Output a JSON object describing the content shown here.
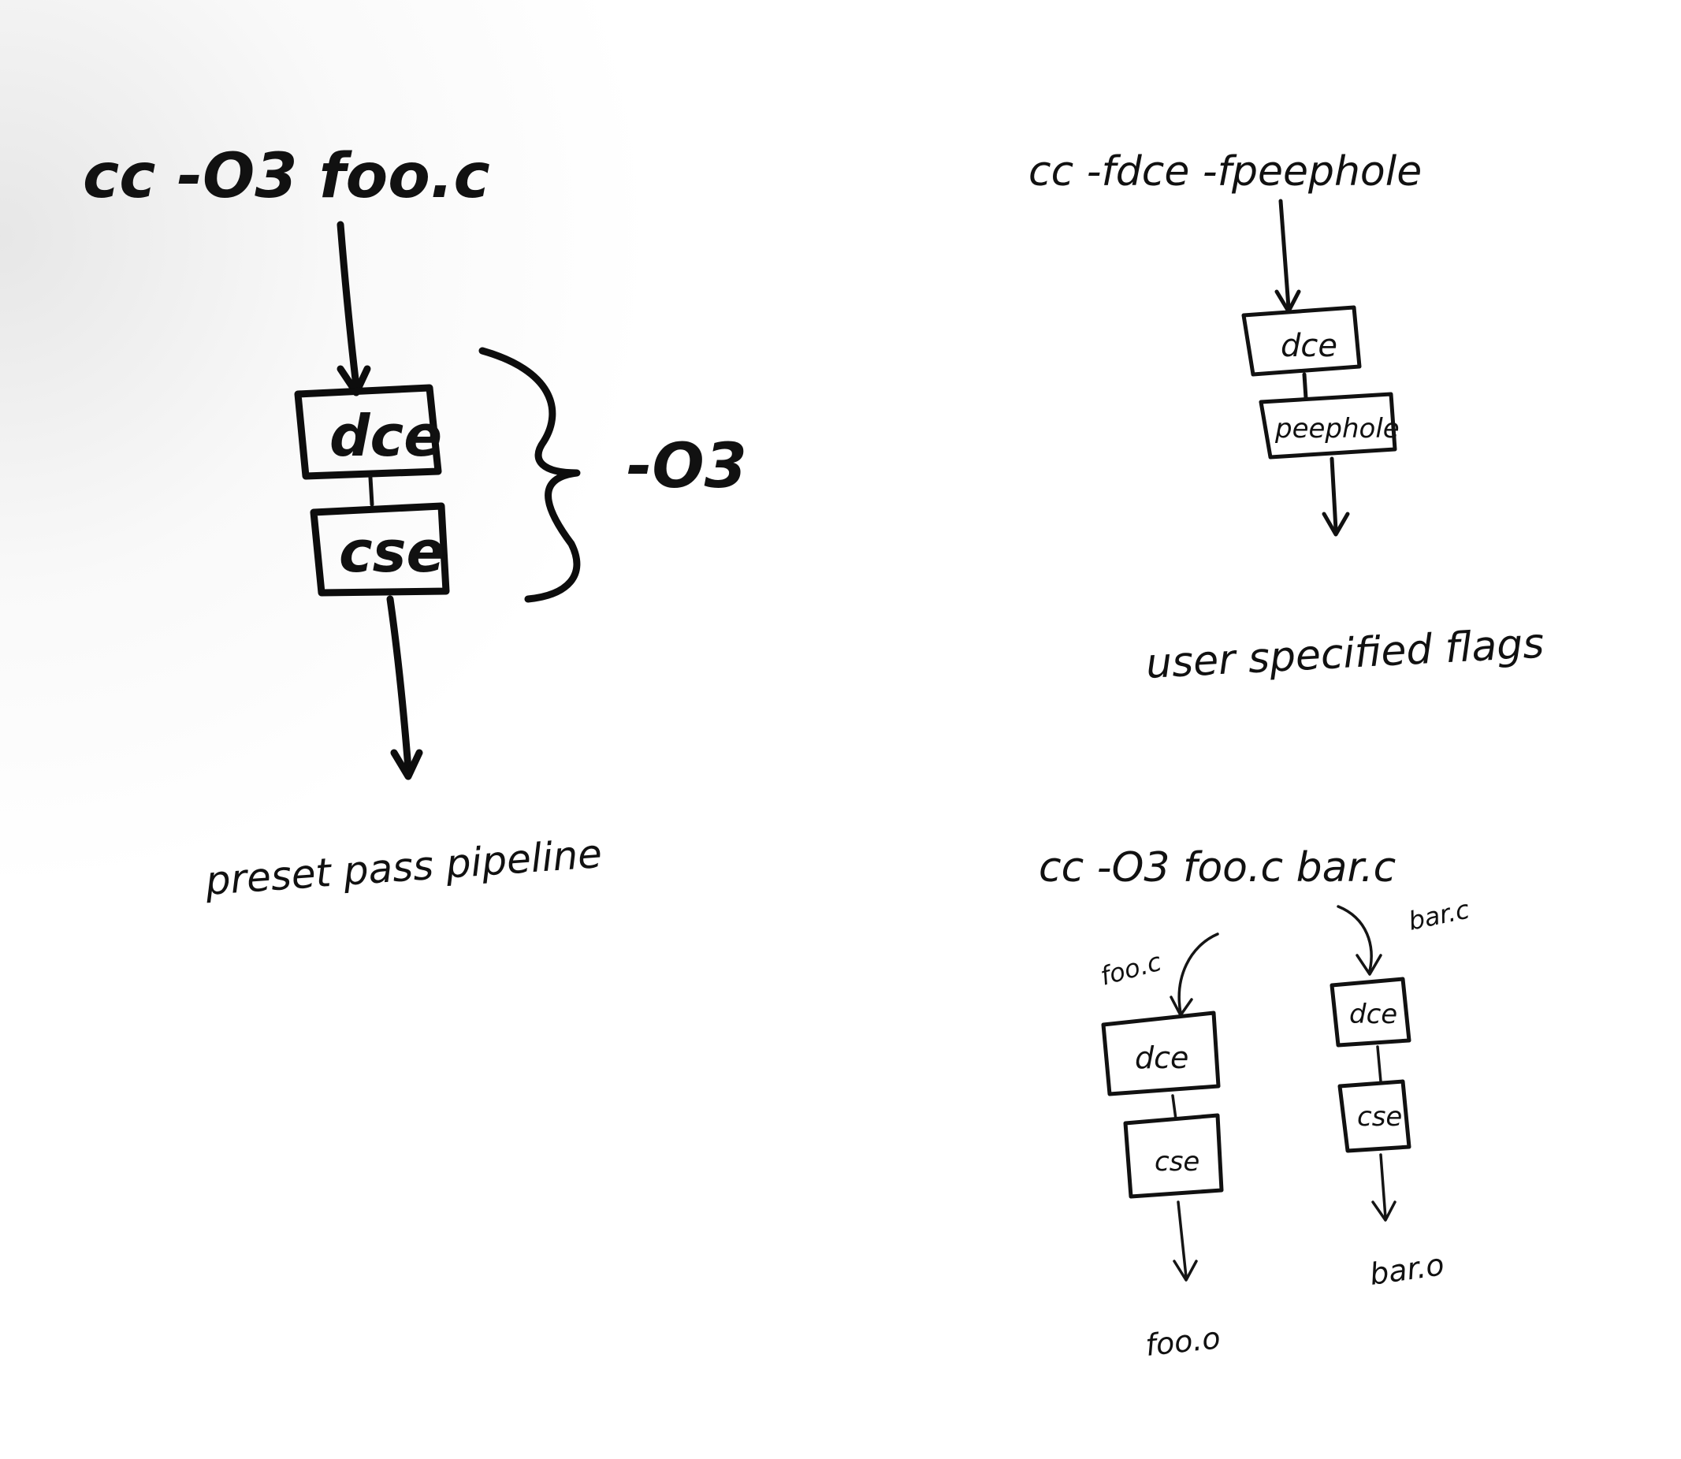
{
  "left_diagram": {
    "command": "cc -O3 foo.c",
    "passes": [
      "dce",
      "cse"
    ],
    "brace_label": "-O3",
    "caption": "preset pass pipeline"
  },
  "top_right_diagram": {
    "command": "cc -fdce -fpeephole",
    "passes": [
      "dce",
      "peephole"
    ],
    "caption": "user specified flags"
  },
  "bottom_right_diagram": {
    "command": "cc -O3 foo.c bar.c",
    "left_branch": {
      "input_label": "foo.c",
      "passes": [
        "dce",
        "cse"
      ],
      "output": "foo.o"
    },
    "right_branch": {
      "input_label": "bar.c",
      "passes": [
        "dce",
        "cse"
      ],
      "output": "bar.o"
    }
  },
  "colors": {
    "ink": "#111111",
    "paper": "#ffffff"
  }
}
